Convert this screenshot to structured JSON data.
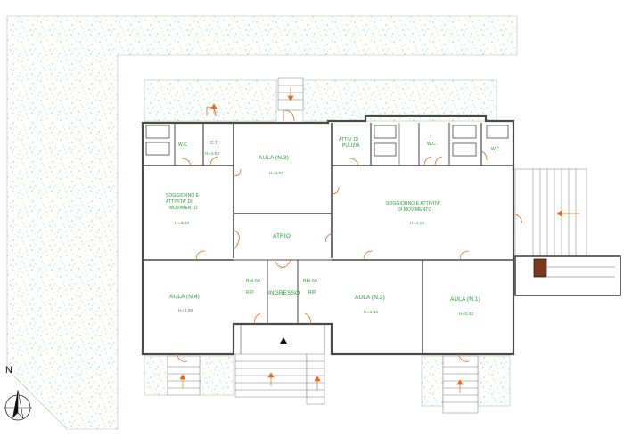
{
  "rooms": {
    "aula3": {
      "name": "AULA  (N.3)",
      "height": "H=4,02"
    },
    "ct": {
      "name": "C.T.",
      "height": "H=4,03"
    },
    "wc_left": {
      "name": "W.C."
    },
    "attiv_pulizia": {
      "name_line1": "ATTIV. DI",
      "name_line2": "PULIZIA"
    },
    "wc_mid": {
      "name": "W.C."
    },
    "wc_right": {
      "name": "W.C."
    },
    "soggiorno_left": {
      "name_line1": "SOGGIORNO  E",
      "name_line2": "ATTIVITA'  DI",
      "name_line3": "MOVIMENTO",
      "height": "H=3,39"
    },
    "soggiorno_right": {
      "name_line1": "SOGGIORNO  E  ATTIVITA'",
      "name_line2": "DI  MOVIMENTO",
      "height": "H=4,15"
    },
    "atrio": {
      "name": "ATRIO"
    },
    "aula4": {
      "name": "AULA  (N.4)",
      "height": "H=3,36"
    },
    "rip_left": {
      "tag": "REI 60",
      "name": "RIP."
    },
    "ingresso": {
      "name": "INGRESSO"
    },
    "rip_right": {
      "tag": "REI 60",
      "name": "RIP."
    },
    "aula2": {
      "name": "AULA  (N.2)",
      "height": "H=3,42"
    },
    "aula1": {
      "name": "AULA  (N.1)",
      "height": "H=3,42"
    }
  },
  "north_label": "N",
  "colors": {
    "labels": "#1e9a2c",
    "doors": "#e26a1a",
    "walls": "#4a4a4a",
    "grass": "#3fd24f",
    "stair_fill": "#7a3a1a"
  }
}
